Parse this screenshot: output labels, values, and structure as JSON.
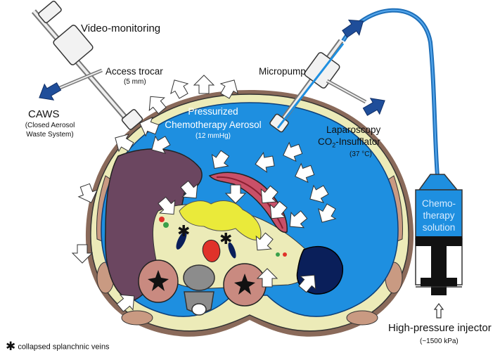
{
  "labels": {
    "video_monitoring": "Video-monitoring",
    "access_trocar": "Access trocar",
    "access_trocar_size": "(5 mm)",
    "micropump": "Micropump",
    "caws": "CAWS",
    "caws_line1": "(Closed Aerosol",
    "caws_line2": "Waste System)",
    "pressurized": "Pressurized",
    "chemo_aerosol": "Chemotherapy Aerosol",
    "pressure": "(12 mmHg)",
    "laparoscopy": "Laparoscopy",
    "co2_prefix": "CO",
    "co2_sub": "2",
    "co2_suffix": "-Insufflator",
    "temperature": "(37 °C)",
    "chemo_line1": "Chemo-",
    "chemo_line2": "therapy",
    "chemo_line3": "solution",
    "injector": "High-pressure injector",
    "injector_pressure": "(~1500 kPa)",
    "legend_symbol": "✱",
    "legend_text": "collapsed splanchnic veins"
  },
  "colors": {
    "cavity_blue": "#1e8fe0",
    "flow_arrow": "#1f4e9a",
    "liver": "#6b4660",
    "pancreas": "#eaea3a",
    "stomach": "#c95068",
    "kidney": "#c98a80",
    "spleen": "#0a1f5a",
    "vertebra": "#8c8c8c",
    "abdominal_wall": "#ecebb8",
    "muscle": "#c99a82",
    "skin": "#8a6a5a",
    "aorta": "#e0322a"
  }
}
